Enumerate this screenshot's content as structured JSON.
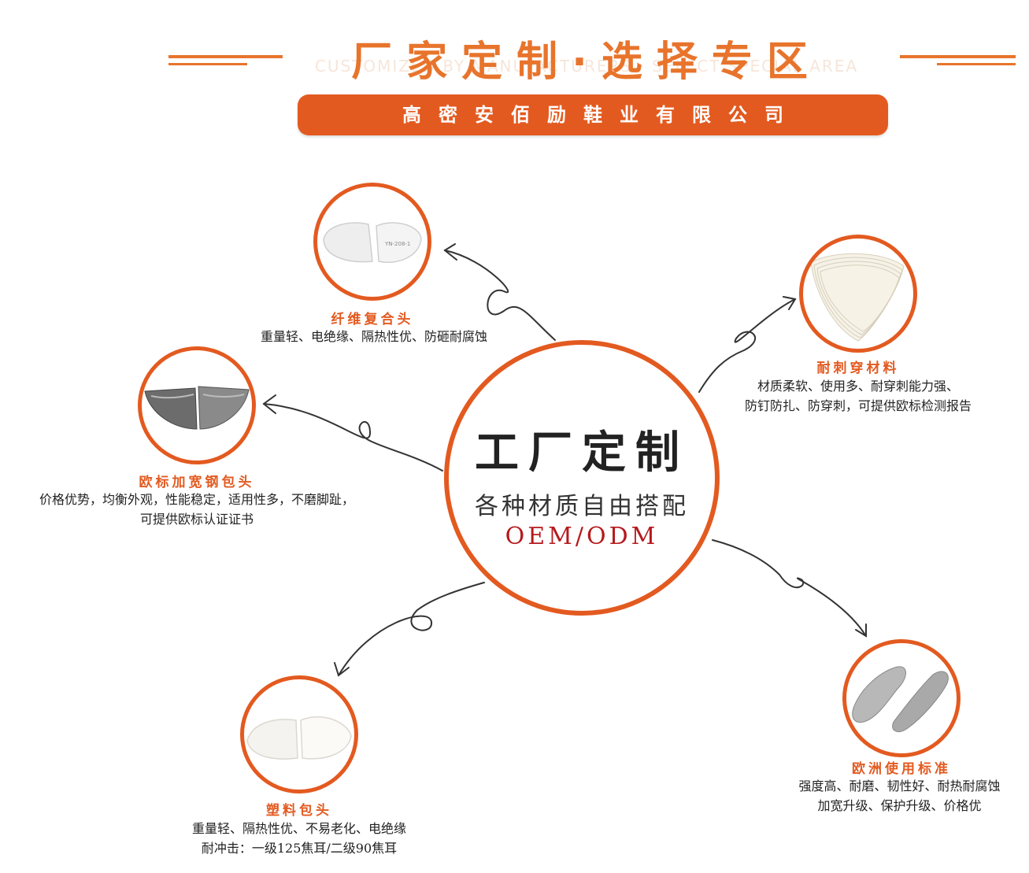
{
  "header": {
    "title": "厂家定制·选择专区",
    "subtitle": "CUSTOMIZED BY MANUFACTURERS · SELECT SPECIAL AREA",
    "company": "高密安佰励鞋业有限公司"
  },
  "center": {
    "title": "工厂定制",
    "subtitle": "各种材质自由搭配",
    "oem": "OEM/ODM"
  },
  "products": [
    {
      "name": "纤维复合头",
      "desc_lines": [
        "重量轻、电绝缘、隔热性优、防砸耐腐蚀"
      ],
      "image_text": "YN-208-1"
    },
    {
      "name": "耐刺穿材料",
      "desc_lines": [
        "材质柔软、使用多、耐穿刺能力强、",
        "防钉防扎、防穿刺，可提供欧标检测报告"
      ]
    },
    {
      "name": "欧标加宽钢包头",
      "desc_lines": [
        "价格优势，均衡外观，性能稳定，适用性多，不磨脚趾，",
        "可提供欧标认证证书"
      ]
    },
    {
      "name": "塑料包头",
      "desc_lines": [
        "重量轻、隔热性优、不易老化、电绝缘",
        "耐冲击：一级125焦耳/二级90焦耳"
      ]
    },
    {
      "name": "欧洲使用标准",
      "desc_lines": [
        "强度高、耐磨、韧性好、耐热耐腐蚀",
        "加宽升级、保护升级、价格优"
      ]
    }
  ],
  "colors": {
    "accent": "#e35a20",
    "title": "#e8742c",
    "oem": "#b5191d"
  }
}
